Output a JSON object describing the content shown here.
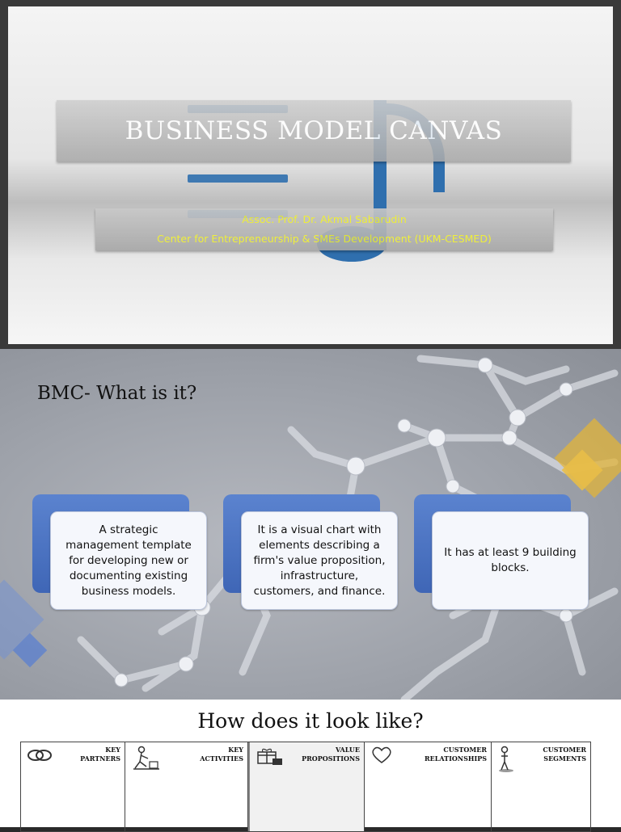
{
  "slide1": {
    "title": "BUSINESS MODEL CANVAS",
    "author": "Assoc. Prof. Dr. Akmal Sabarudin",
    "affiliation": "Center for Entrepreneurship & SMEs Development (UKM-CESMED)",
    "colors": {
      "accent": "#2f6fae",
      "subtitle_text": "#f2f22a"
    }
  },
  "slide2": {
    "title": "BMC- What is it?",
    "cards": [
      {
        "text": "A strategic management template for developing new or documenting existing business models."
      },
      {
        "text": "It is a visual chart with elements describing a firm's value proposition, infrastructure, customers, and finance."
      },
      {
        "text": "It has at least 9 building blocks."
      }
    ],
    "colors": {
      "card_header": "#4a72c2",
      "diamond_yellow": "#e2b43a",
      "diamond_blue": "#5a7fd0"
    }
  },
  "slide3": {
    "title": "How does it look like?",
    "blocks": [
      {
        "label": "KEY\nPARTNERS",
        "icon": "chain-link-icon"
      },
      {
        "label": "KEY\nACTIVITIES",
        "icon": "worker-icon"
      },
      {
        "label": "VALUE\nPROPOSITIONS",
        "icon": "gift-icon"
      },
      {
        "label": "CUSTOMER\nRELATIONSHIPS",
        "icon": "heart-icon"
      },
      {
        "label": "CUSTOMER\nSEGMENTS",
        "icon": "person-icon"
      }
    ]
  }
}
